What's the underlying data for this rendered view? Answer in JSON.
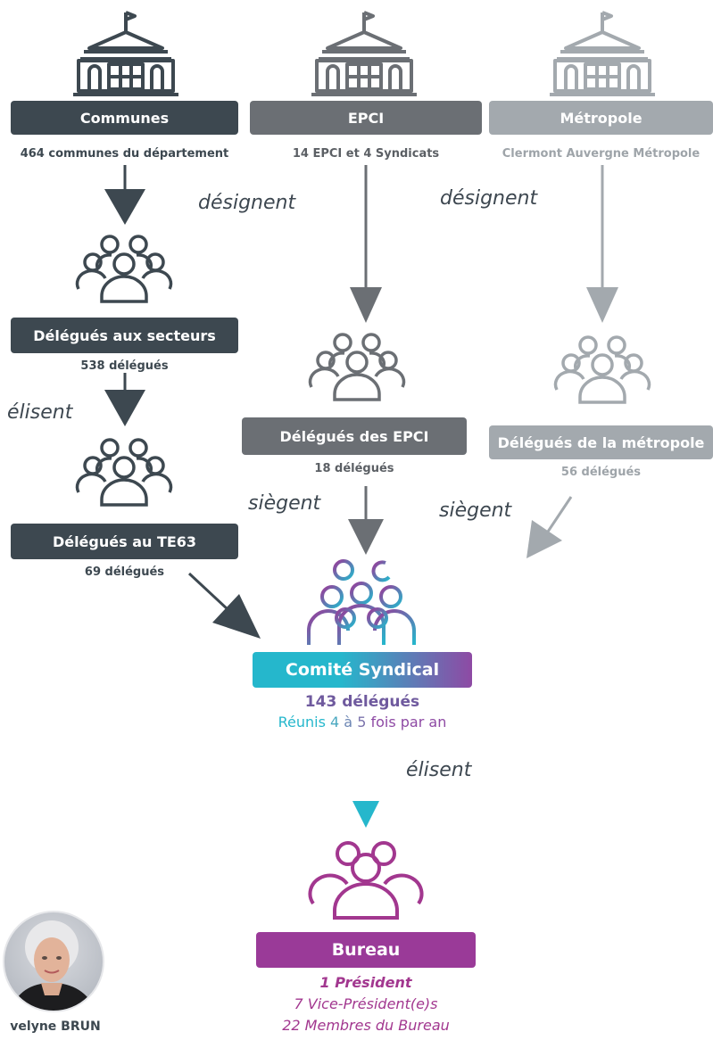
{
  "colors": {
    "dark": "#3d4850",
    "mid": "#6b6f74",
    "light": "#a3a9ae",
    "teal": "#25b7cc",
    "purple": "#9a3a98",
    "magenta": "#a2378f"
  },
  "sources": [
    {
      "label": "Communes",
      "caption": "464 communes du département",
      "icon": "town-hall-icon"
    },
    {
      "label": "EPCI",
      "caption": "14 EPCI et 4 Syndicats",
      "icon": "town-hall-icon"
    },
    {
      "label": "Métropole",
      "caption": "Clermont Auvergne Métropole",
      "icon": "town-hall-icon"
    }
  ],
  "delegates": {
    "secteurs": {
      "label": "Délégués aux secteurs",
      "count": "538 délégués"
    },
    "te63": {
      "label": "Délégués au TE63",
      "count": "69 délégués"
    },
    "epci": {
      "label": "Délégués des EPCI",
      "count": "18 délégués"
    },
    "metropole": {
      "label": "Délégués de la métropole",
      "count": "56 délégués"
    }
  },
  "verbs": {
    "designent_left": "désignent",
    "designent_right": "désignent",
    "elisent_left": "élisent",
    "siegent_left": "siègent",
    "siegent_right": "siègent",
    "elisent_bottom": "élisent"
  },
  "comite": {
    "label": "Comité Syndical",
    "count": "143 délégués",
    "frequency_prefix": "Réunis ",
    "frequency_n1": "4",
    "frequency_mid": " à ",
    "frequency_n2": "5",
    "frequency_suffix": " fois par an"
  },
  "bureau": {
    "label": "Bureau",
    "line1": "1 Président",
    "line2": "7 Vice-Président(e)s",
    "line3": "22 Membres du Bureau"
  },
  "person": {
    "name": "velyne BRUN"
  }
}
